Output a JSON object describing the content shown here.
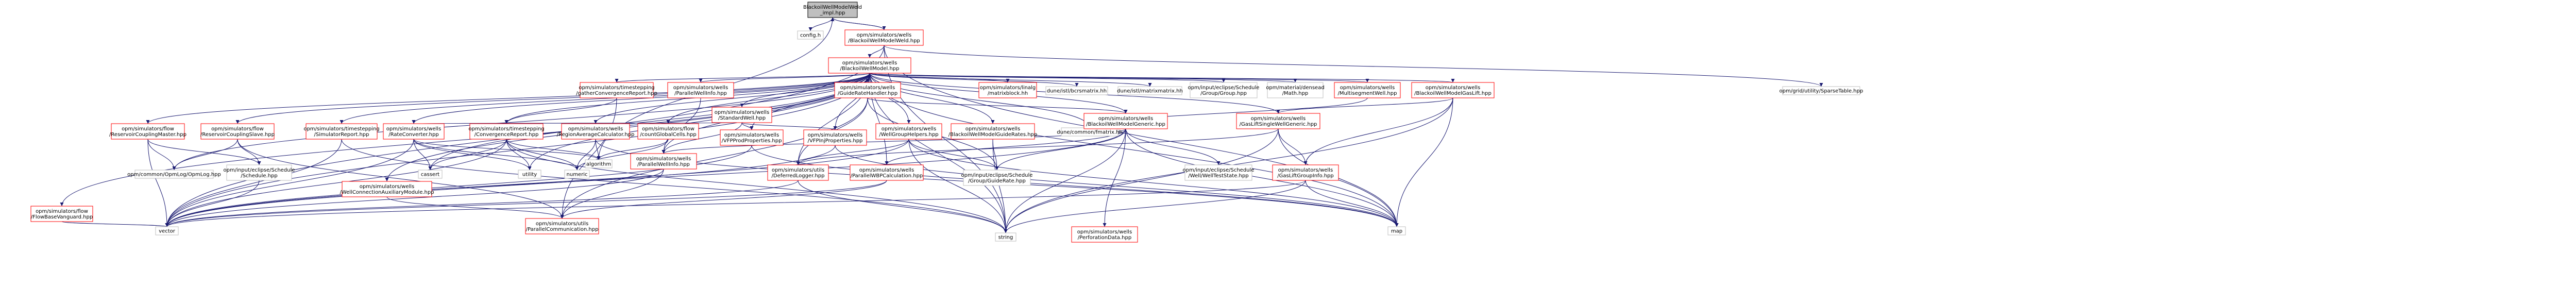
{
  "colors": {
    "edge": "#191970",
    "border_linked": "#ff0000",
    "border_external": "#bfbfbf",
    "border_root": "#000000",
    "fill_root": "#bfbfbf",
    "fill_default": "#ffffff"
  },
  "nodes": [
    {
      "id": "root",
      "kind": "root",
      "lines": [
        "BlackoilWellModelWeld",
        "_impl.hpp"
      ]
    },
    {
      "id": "config",
      "kind": "external",
      "lines": [
        "config.h"
      ]
    },
    {
      "id": "weld",
      "kind": "linked",
      "lines": [
        "opm/simulators/wells",
        "/BlackoilWellModelWeld.hpp"
      ]
    },
    {
      "id": "bwm",
      "kind": "linked",
      "lines": [
        "opm/simulators/wells",
        "/BlackoilWellModel.hpp"
      ]
    },
    {
      "id": "ptable",
      "kind": "external",
      "lines": [
        "opm/grid/utility/SparseTable.hpp"
      ]
    },
    {
      "id": "gatherconv",
      "kind": "linked",
      "lines": [
        "opm/simulators/timestepping",
        "/gatherConvergenceReport.hpp"
      ]
    },
    {
      "id": "rftstate",
      "kind": "linked",
      "lines": [
        "opm/simulators/wells",
        "/ParallelWellInfo.hpp"
      ]
    },
    {
      "id": "finally",
      "kind": "linked",
      "lines": [
        "opm/simulators/linalg",
        "/matrixblock.hh"
      ]
    },
    {
      "id": "bcrs",
      "kind": "external",
      "lines": [
        "dune/istl/bcrsmatrix.hh"
      ]
    },
    {
      "id": "bmatrix",
      "kind": "external",
      "lines": [
        "dune/istl/matrixmatrix.hh"
      ]
    },
    {
      "id": "groupsched",
      "kind": "external",
      "lines": [
        "opm/input/eclipse/Schedule",
        "/Group/Group.hpp"
      ]
    },
    {
      "id": "densead",
      "kind": "external",
      "lines": [
        "opm/material/densead",
        "/Math.hpp"
      ]
    },
    {
      "id": "msinj",
      "kind": "linked",
      "lines": [
        "opm/simulators/wells",
        "/MultisegmentWell.hpp"
      ]
    },
    {
      "id": "bwmgen",
      "kind": "linked",
      "lines": [
        "opm/simulators/wells",
        "/BlackoilWellModelGasLift.hpp"
      ]
    },
    {
      "id": "fieldmatrix",
      "kind": "external",
      "lines": [
        "dune/common/fmatrix.hh"
      ]
    },
    {
      "id": "flowbase",
      "kind": "linked",
      "lines": [
        "opm/simulators/flow",
        "/FlowBaseVanguard.hpp"
      ]
    },
    {
      "id": "rescoupling",
      "kind": "linked",
      "lines": [
        "opm/simulators/flow",
        "/ReservoirCouplingMaster.hpp"
      ]
    },
    {
      "id": "rescslave",
      "kind": "linked",
      "lines": [
        "opm/simulators/flow",
        "/ReservoirCouplingSlave.hpp"
      ]
    },
    {
      "id": "simreport",
      "kind": "linked",
      "lines": [
        "opm/simulators/timestepping",
        "/SimulatorReport.hpp"
      ]
    },
    {
      "id": "wellconn",
      "kind": "linked",
      "lines": [
        "opm/simulators/wells",
        "/WellConnectionAuxiliaryModule.hpp"
      ]
    },
    {
      "id": "rateconv",
      "kind": "linked",
      "lines": [
        "opm/simulators/wells",
        "/RateConverter.hpp"
      ]
    },
    {
      "id": "convreport",
      "kind": "linked",
      "lines": [
        "opm/simulators/timestepping",
        "/ConvergenceReport.hpp"
      ]
    },
    {
      "id": "countglob",
      "kind": "linked",
      "lines": [
        "opm/simulators/flow",
        "/countGlobalCells.hpp"
      ]
    },
    {
      "id": "stdwell",
      "kind": "linked",
      "lines": [
        "opm/simulators/wells",
        "/StandardWell.hpp"
      ]
    },
    {
      "id": "vfpprops",
      "kind": "linked",
      "lines": [
        "opm/simulators/wells",
        "/VFPProdProperties.hpp"
      ]
    },
    {
      "id": "vfpinj",
      "kind": "linked",
      "lines": [
        "opm/simulators/wells",
        "/VFPInjProperties.hpp"
      ]
    },
    {
      "id": "regavg",
      "kind": "linked",
      "lines": [
        "opm/simulators/wells",
        "/RegionAverageCalculator.hpp"
      ]
    },
    {
      "id": "guiderate",
      "kind": "linked",
      "lines": [
        "opm/simulators/wells",
        "/GuideRateHandler.hpp"
      ]
    },
    {
      "id": "wgh",
      "kind": "linked",
      "lines": [
        "opm/simulators/wells",
        "/WellGroupHelpers.hpp"
      ]
    },
    {
      "id": "bwmgr",
      "kind": "linked",
      "lines": [
        "opm/simulators/wells",
        "/BlackoilWellModelGuideRates.hpp"
      ]
    },
    {
      "id": "bwmgeneric",
      "kind": "linked",
      "lines": [
        "opm/simulators/wells",
        "/BlackoilWellModelGeneric.hpp"
      ]
    },
    {
      "id": "gasliftgen",
      "kind": "linked",
      "lines": [
        "opm/simulators/wells",
        "/GasLiftSingleWellGeneric.hpp"
      ]
    },
    {
      "id": "pwi",
      "kind": "linked",
      "lines": [
        "opm/simulators/wells",
        "/ParallelWellInfo.hpp"
      ]
    },
    {
      "id": "deferred",
      "kind": "linked",
      "lines": [
        "opm/simulators/utils",
        "/DeferredLogger.hpp"
      ]
    },
    {
      "id": "pwbpcalc",
      "kind": "linked",
      "lines": [
        "opm/simulators/wells",
        "/ParallelWBPCalculation.hpp"
      ]
    },
    {
      "id": "guiderateh",
      "kind": "external",
      "lines": [
        "opm/input/eclipse/Schedule",
        "/Group/GuideRate.hpp"
      ]
    },
    {
      "id": "welltest",
      "kind": "external",
      "lines": [
        "opm/input/eclipse/Schedule",
        "/Well/WellTestState.hpp"
      ]
    },
    {
      "id": "pinfo",
      "kind": "linked",
      "lines": [
        "opm/simulators/wells",
        "/PerforationData.hpp"
      ]
    },
    {
      "id": "rftinfo",
      "kind": "linked",
      "lines": [
        "opm/simulators/wells",
        "/GasLiftGroupInfo.hpp"
      ]
    },
    {
      "id": "opmlog",
      "kind": "external",
      "lines": [
        "opm/common/OpmLog/OpmLog.hpp"
      ]
    },
    {
      "id": "schedule",
      "kind": "external",
      "lines": [
        "opm/input/eclipse/Schedule",
        "/Schedule.hpp"
      ]
    },
    {
      "id": "cassert",
      "kind": "external",
      "lines": [
        "cassert"
      ]
    },
    {
      "id": "utility",
      "kind": "external",
      "lines": [
        "utility"
      ]
    },
    {
      "id": "numeric",
      "kind": "external",
      "lines": [
        "numeric"
      ]
    },
    {
      "id": "algorithm",
      "kind": "external",
      "lines": [
        "algorithm"
      ]
    },
    {
      "id": "parcomm",
      "kind": "linked",
      "lines": [
        "opm/simulators/utils",
        "/ParallelCommunication.hpp"
      ]
    },
    {
      "id": "vector",
      "kind": "external",
      "lines": [
        "vector"
      ]
    },
    {
      "id": "string",
      "kind": "external",
      "lines": [
        "string"
      ]
    },
    {
      "id": "map",
      "kind": "external",
      "lines": [
        "map"
      ]
    }
  ],
  "edges": [
    [
      "root",
      "config"
    ],
    [
      "root",
      "weld"
    ],
    [
      "root",
      "algorithm"
    ],
    [
      "weld",
      "bwm"
    ],
    [
      "weld",
      "ptable"
    ],
    [
      "weld",
      "map"
    ],
    [
      "weld",
      "vector"
    ],
    [
      "weld",
      "string"
    ],
    [
      "weld",
      "root"
    ],
    [
      "bwm",
      "gatherconv"
    ],
    [
      "bwm",
      "rftstate"
    ],
    [
      "bwm",
      "finally"
    ],
    [
      "bwm",
      "bcrs"
    ],
    [
      "bwm",
      "bmatrix"
    ],
    [
      "bwm",
      "groupsched"
    ],
    [
      "bwm",
      "densead"
    ],
    [
      "bwm",
      "msinj"
    ],
    [
      "bwm",
      "bwmgen"
    ],
    [
      "bwm",
      "fieldmatrix"
    ],
    [
      "bwm",
      "flowbase"
    ],
    [
      "bwm",
      "rescoupling"
    ],
    [
      "bwm",
      "rescslave"
    ],
    [
      "bwm",
      "simreport"
    ],
    [
      "bwm",
      "wellconn"
    ],
    [
      "bwm",
      "rateconv"
    ],
    [
      "bwm",
      "convreport"
    ],
    [
      "bwm",
      "countglob"
    ],
    [
      "bwm",
      "stdwell"
    ],
    [
      "bwm",
      "vfpprops"
    ],
    [
      "bwm",
      "vfpinj"
    ],
    [
      "bwm",
      "regavg"
    ],
    [
      "bwm",
      "guiderate"
    ],
    [
      "bwm",
      "wgh"
    ],
    [
      "bwm",
      "bwmgr"
    ],
    [
      "bwm",
      "bwmgeneric"
    ],
    [
      "bwm",
      "gasliftgen"
    ],
    [
      "bwm",
      "pwi"
    ],
    [
      "bwm",
      "deferred"
    ],
    [
      "bwm",
      "pwbpcalc"
    ],
    [
      "bwm",
      "opmlog"
    ],
    [
      "bwm",
      "vector"
    ],
    [
      "bwm",
      "string"
    ],
    [
      "bwm",
      "map"
    ],
    [
      "bwm",
      "cassert"
    ],
    [
      "bwm",
      "utility"
    ],
    [
      "gatherconv",
      "convreport"
    ],
    [
      "gatherconv",
      "parcomm"
    ],
    [
      "rftstate",
      "pwi"
    ],
    [
      "msinj",
      "fieldmatrix"
    ],
    [
      "bwmgen",
      "gasliftgen"
    ],
    [
      "bwmgen",
      "rftinfo"
    ],
    [
      "bwmgen",
      "map"
    ],
    [
      "bwmgen",
      "string"
    ],
    [
      "flowbase",
      "vector"
    ],
    [
      "rescoupling",
      "opmlog"
    ],
    [
      "rescoupling",
      "schedule"
    ],
    [
      "rescoupling",
      "vector"
    ],
    [
      "rescslave",
      "opmlog"
    ],
    [
      "rescslave",
      "schedule"
    ],
    [
      "rescslave",
      "parcomm"
    ],
    [
      "simreport",
      "vector"
    ],
    [
      "simreport",
      "string"
    ],
    [
      "wellconn",
      "parcomm"
    ],
    [
      "rateconv",
      "cassert"
    ],
    [
      "rateconv",
      "utility"
    ],
    [
      "rateconv",
      "numeric"
    ],
    [
      "rateconv",
      "algorithm"
    ],
    [
      "rateconv",
      "vector"
    ],
    [
      "convreport",
      "cassert"
    ],
    [
      "convreport",
      "utility"
    ],
    [
      "convreport",
      "numeric"
    ],
    [
      "convreport",
      "algorithm"
    ],
    [
      "convreport",
      "vector"
    ],
    [
      "convreport",
      "string"
    ],
    [
      "countglob",
      "algorithm"
    ],
    [
      "countglob",
      "numeric"
    ],
    [
      "stdwell",
      "vfpprops"
    ],
    [
      "stdwell",
      "vfpinj"
    ],
    [
      "stdwell",
      "pwi"
    ],
    [
      "stdwell",
      "rateconv"
    ],
    [
      "vfpprops",
      "vector"
    ],
    [
      "vfpprops",
      "map"
    ],
    [
      "vfpinj",
      "vector"
    ],
    [
      "vfpinj",
      "map"
    ],
    [
      "regavg",
      "numeric"
    ],
    [
      "regavg",
      "algorithm"
    ],
    [
      "regavg",
      "map"
    ],
    [
      "guiderate",
      "bwmgeneric"
    ],
    [
      "guiderate",
      "deferred"
    ],
    [
      "guiderate",
      "parcomm"
    ],
    [
      "guiderate",
      "guiderateh"
    ],
    [
      "wgh",
      "deferred"
    ],
    [
      "wgh",
      "guiderateh"
    ],
    [
      "wgh",
      "map"
    ],
    [
      "wgh",
      "string"
    ],
    [
      "wgh",
      "vector"
    ],
    [
      "bwmgr",
      "guiderateh"
    ],
    [
      "bwmgr",
      "string"
    ],
    [
      "bwmgeneric",
      "pwi"
    ],
    [
      "bwmgeneric",
      "pwbpcalc"
    ],
    [
      "bwmgeneric",
      "pinfo"
    ],
    [
      "bwmgeneric",
      "welltest"
    ],
    [
      "bwmgeneric",
      "guiderateh"
    ],
    [
      "bwmgeneric",
      "map"
    ],
    [
      "bwmgeneric",
      "vector"
    ],
    [
      "bwmgeneric",
      "string"
    ],
    [
      "gasliftgen",
      "rftinfo"
    ],
    [
      "gasliftgen",
      "deferred"
    ],
    [
      "gasliftgen",
      "string"
    ],
    [
      "gasliftgen",
      "map"
    ],
    [
      "pwi",
      "parcomm"
    ],
    [
      "pwi",
      "vector"
    ],
    [
      "deferred",
      "string"
    ],
    [
      "deferred",
      "vector"
    ],
    [
      "pwbpcalc",
      "parcomm"
    ],
    [
      "pwbpcalc",
      "vector"
    ],
    [
      "rftinfo",
      "vector"
    ],
    [
      "rftinfo",
      "string"
    ],
    [
      "rftinfo",
      "map"
    ],
    [
      "schedule",
      "vector"
    ]
  ]
}
